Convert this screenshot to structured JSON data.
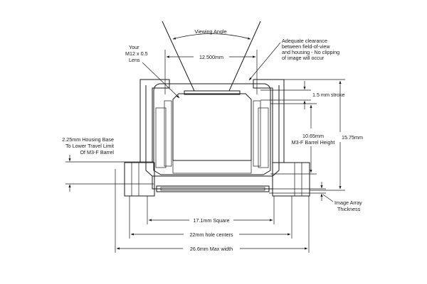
{
  "labels": {
    "viewing_angle": "Viewing Angle",
    "lens_line1": "Your",
    "lens_line2": "M12 x 0.5",
    "lens_line3": "Lens",
    "lens_width": "12.500mm",
    "clearance_line1": "Adequate clearance",
    "clearance_line2": "between field-of-view",
    "clearance_line3": "and housing - No clipping",
    "clearance_line4": "of image will occur",
    "stroke": "1.5 mm stroke",
    "barrel_height_line1": "10.65mm",
    "barrel_height_line2": "M3-F Barrel Height",
    "total_height": "15.75mm",
    "housing_base_line1": "2.25mm Housing Base",
    "housing_base_line2": "To Lower Travel Limit",
    "housing_base_line3": "Of M3-F Barrel",
    "image_array_line1": "Image Array",
    "image_array_line2": "Thickness",
    "square": "17.1mm Square",
    "hole_centers": "22mm hole centers",
    "max_width": "26.6mm Max width"
  }
}
